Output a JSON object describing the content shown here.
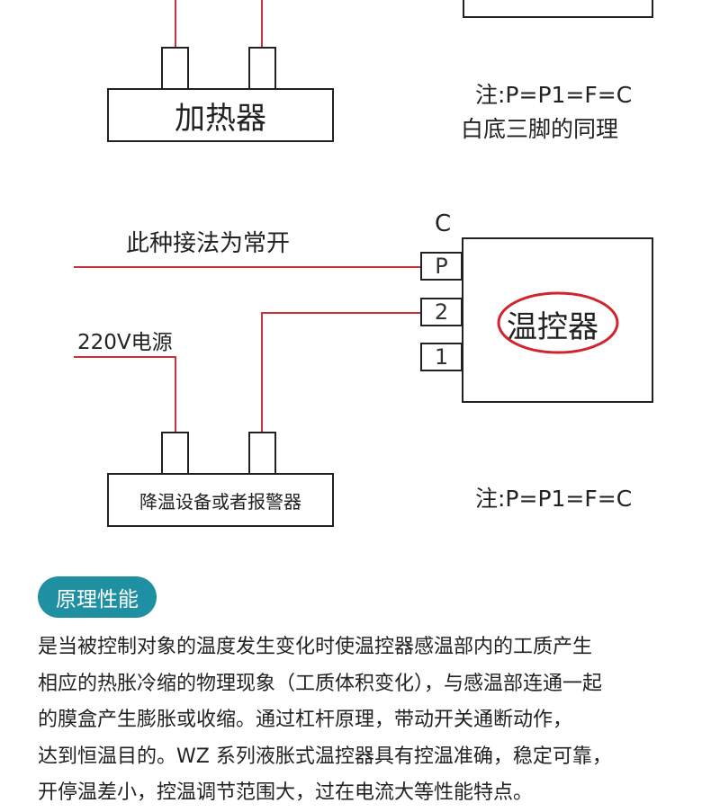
{
  "diagram_top": {
    "heater_label": "加热器",
    "note_line1": "注:P=P1=F=C",
    "note_line2": "白底三脚的同理"
  },
  "diagram_bottom": {
    "connection_label": "此种接法为常开",
    "terminal_c": "C",
    "terminal_p": "P",
    "terminal_2": "2",
    "terminal_1": "1",
    "controller_label": "温控器",
    "power_label": "220V电源",
    "device_label": "降温设备或者报警器",
    "note": "注:P=P1=F=C"
  },
  "section": {
    "badge": "原理性能",
    "paragraph_lines": [
      "是当被控制对象的温度发生变化时使温控器感温部内的工质产生",
      "相应的热胀冷缩的物理现象（工质体积变化），与感温部连通一起",
      "的膜盒产生膨胀或收缩。通过杠杆原理，带动开关通断动作，",
      "达到恒温目的。WZ 系列液胀式温控器具有控温准确，稳定可靠，",
      "开停温差小，控温调节范围大，过在电流大等性能特点。"
    ]
  },
  "colors": {
    "wire": "#c8333a",
    "badge": "#1f8fa2",
    "ellipse": "#d0252b"
  }
}
